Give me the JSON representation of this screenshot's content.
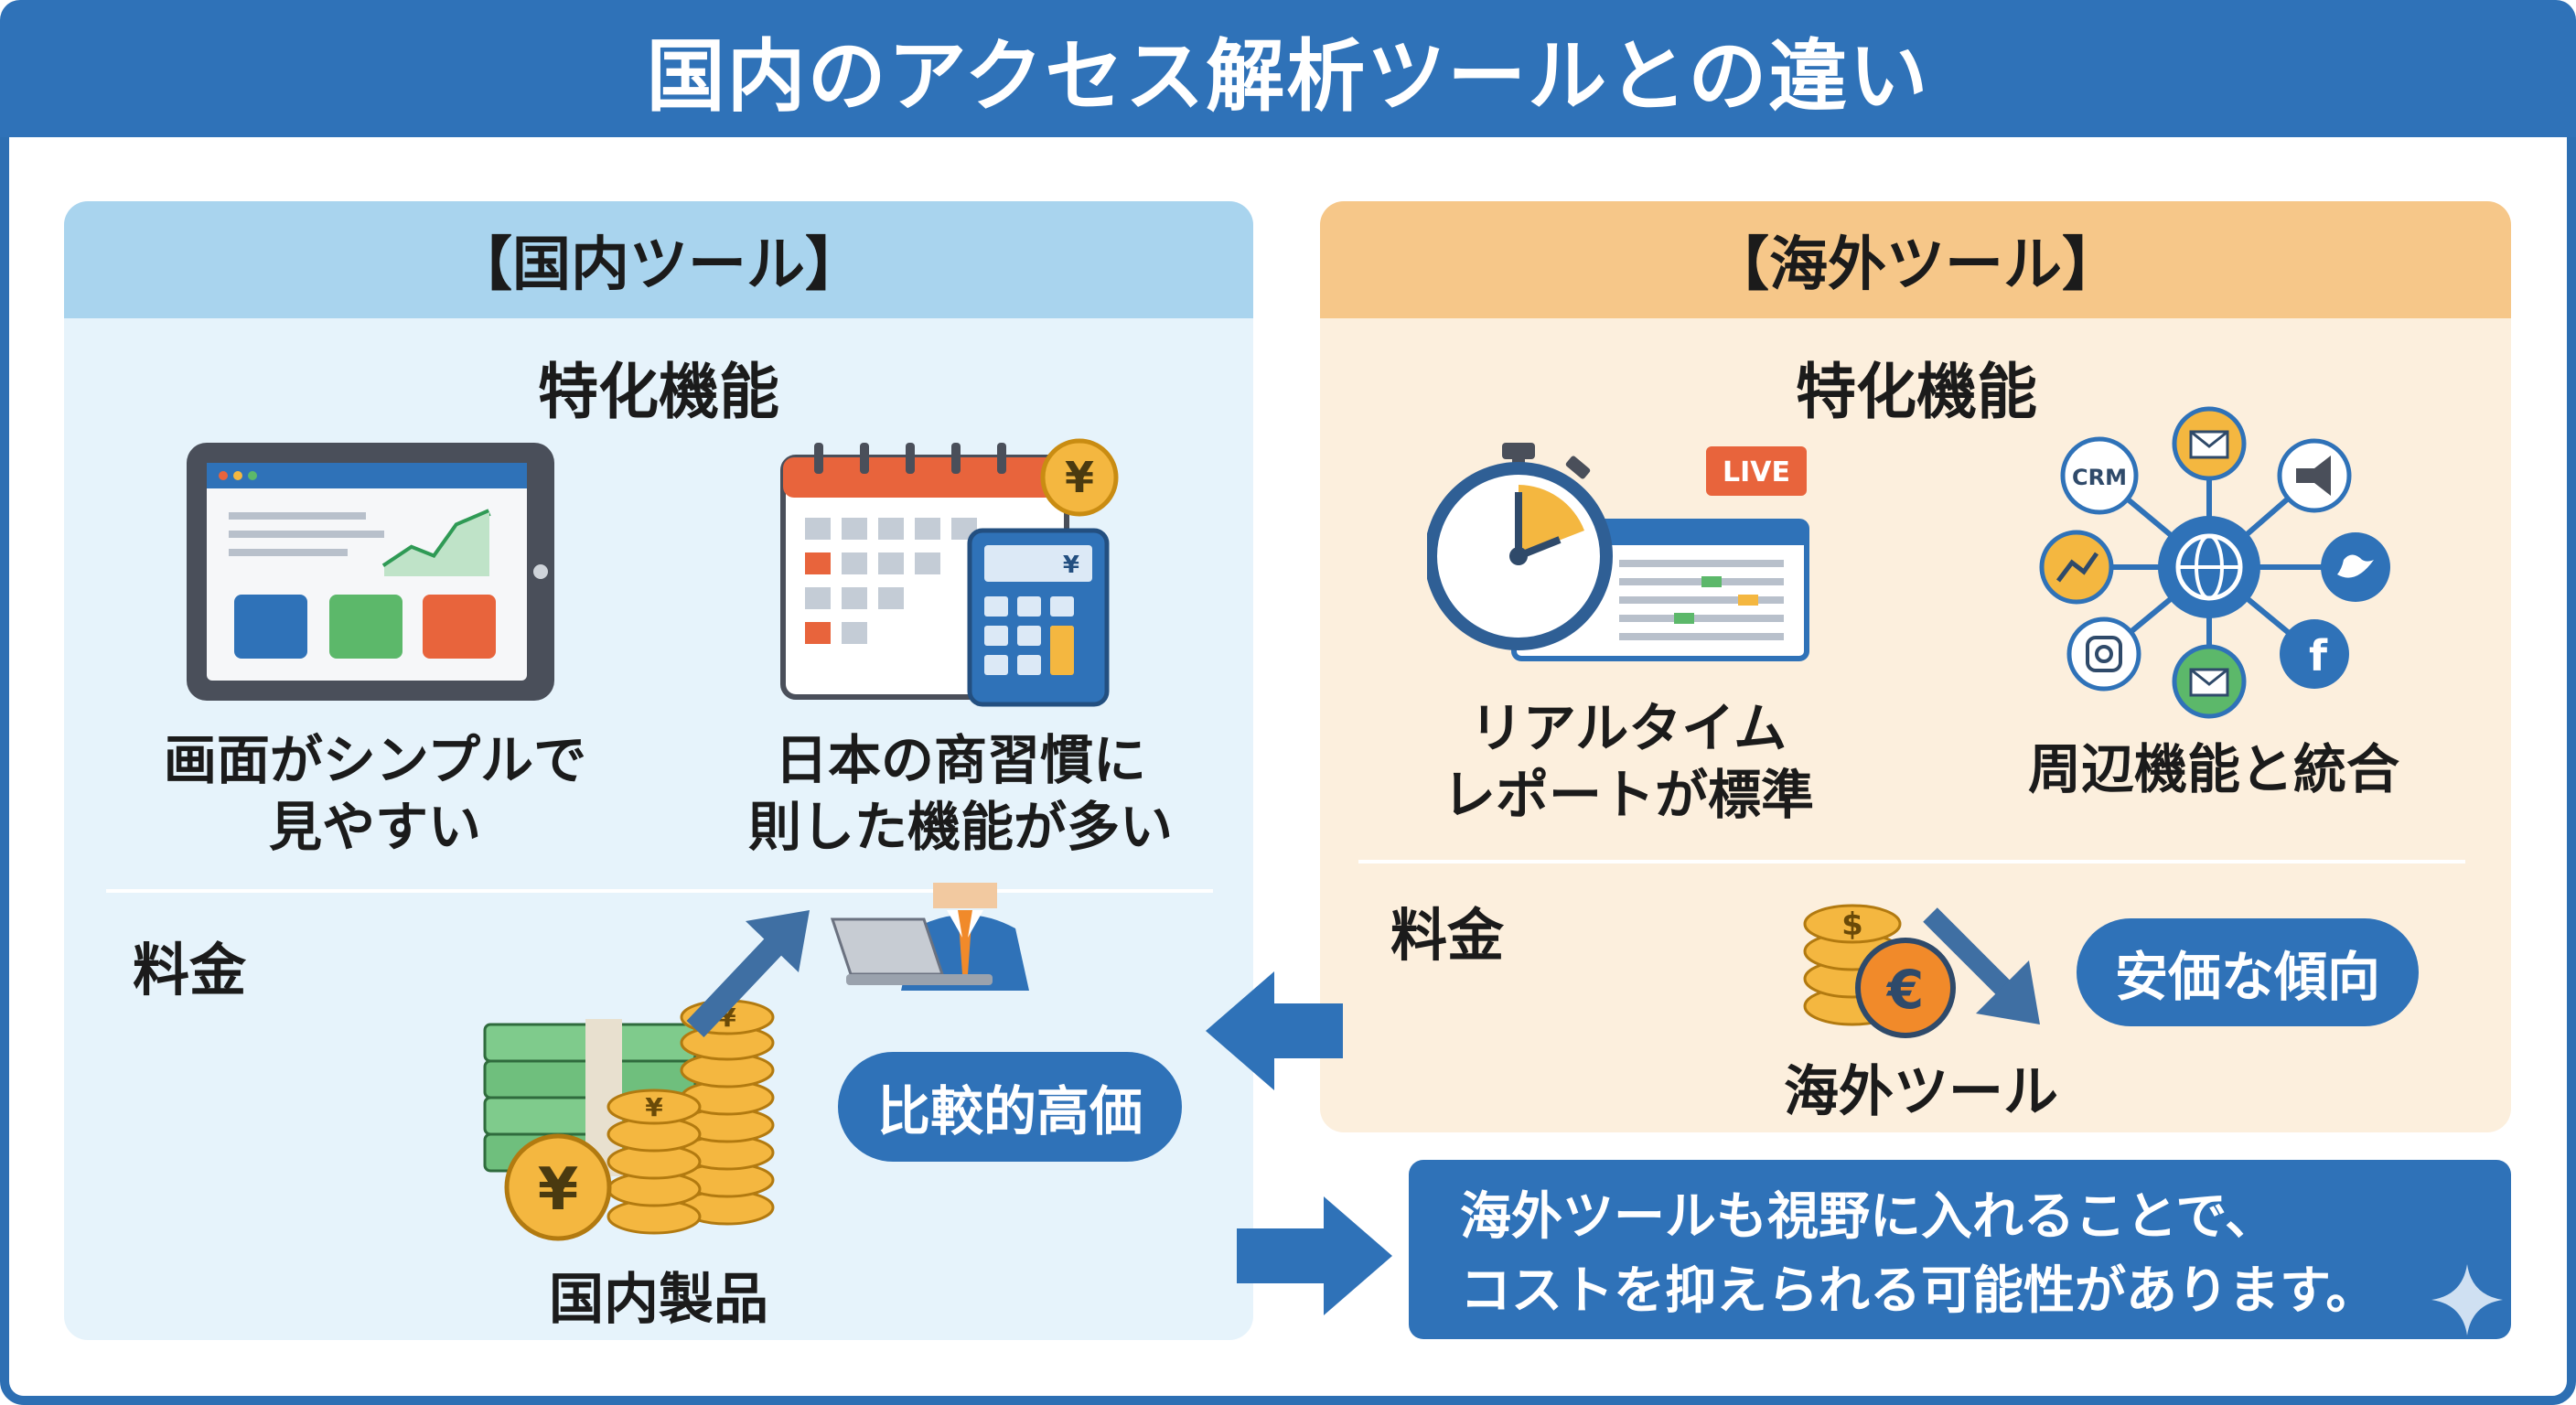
{
  "title": "国内のアクセス解析ツールとの違い",
  "colors": {
    "primary_blue": "#2f72b8",
    "left_panel_bg": "#e6f3fb",
    "left_panel_header": "#a9d4ee",
    "right_panel_bg": "#fcefdd",
    "right_panel_header": "#f6c789"
  },
  "left_panel": {
    "header": "【国内ツール】",
    "features_title": "特化機能",
    "features": [
      {
        "icon": "tablet-dashboard-icon",
        "caption_lines": [
          "画面がシンプルで",
          "見やすい"
        ]
      },
      {
        "icon": "calendar-calculator-yen-icon",
        "caption_lines": [
          "日本の商習慣に",
          "則した機能が多い"
        ]
      }
    ],
    "price_label": "料金",
    "price_bubble": "比較的高価",
    "product_label": "国内製品",
    "price_icons": [
      "money-stack-yen-coins-icon",
      "up-arrow-icon",
      "businessman-laptop-icon"
    ]
  },
  "right_panel": {
    "header": "【海外ツール】",
    "features_title": "特化機能",
    "features": [
      {
        "icon": "stopwatch-live-report-icon",
        "badge": "LIVE",
        "caption_lines": [
          "リアルタイム",
          "レポートが標準"
        ]
      },
      {
        "icon": "integration-network-icon",
        "nodes": [
          "CRM"
        ],
        "caption_lines": [
          "周辺機能と統合"
        ]
      }
    ],
    "price_label": "料金",
    "price_bubble": "安価な傾向",
    "product_label": "海外ツール",
    "price_icons": [
      "dollar-euro-coins-icon",
      "down-arrow-icon"
    ]
  },
  "conclusion": {
    "lines": [
      "海外ツールも視野に入れることで、",
      "コストを抑えられる可能性があります。"
    ]
  }
}
